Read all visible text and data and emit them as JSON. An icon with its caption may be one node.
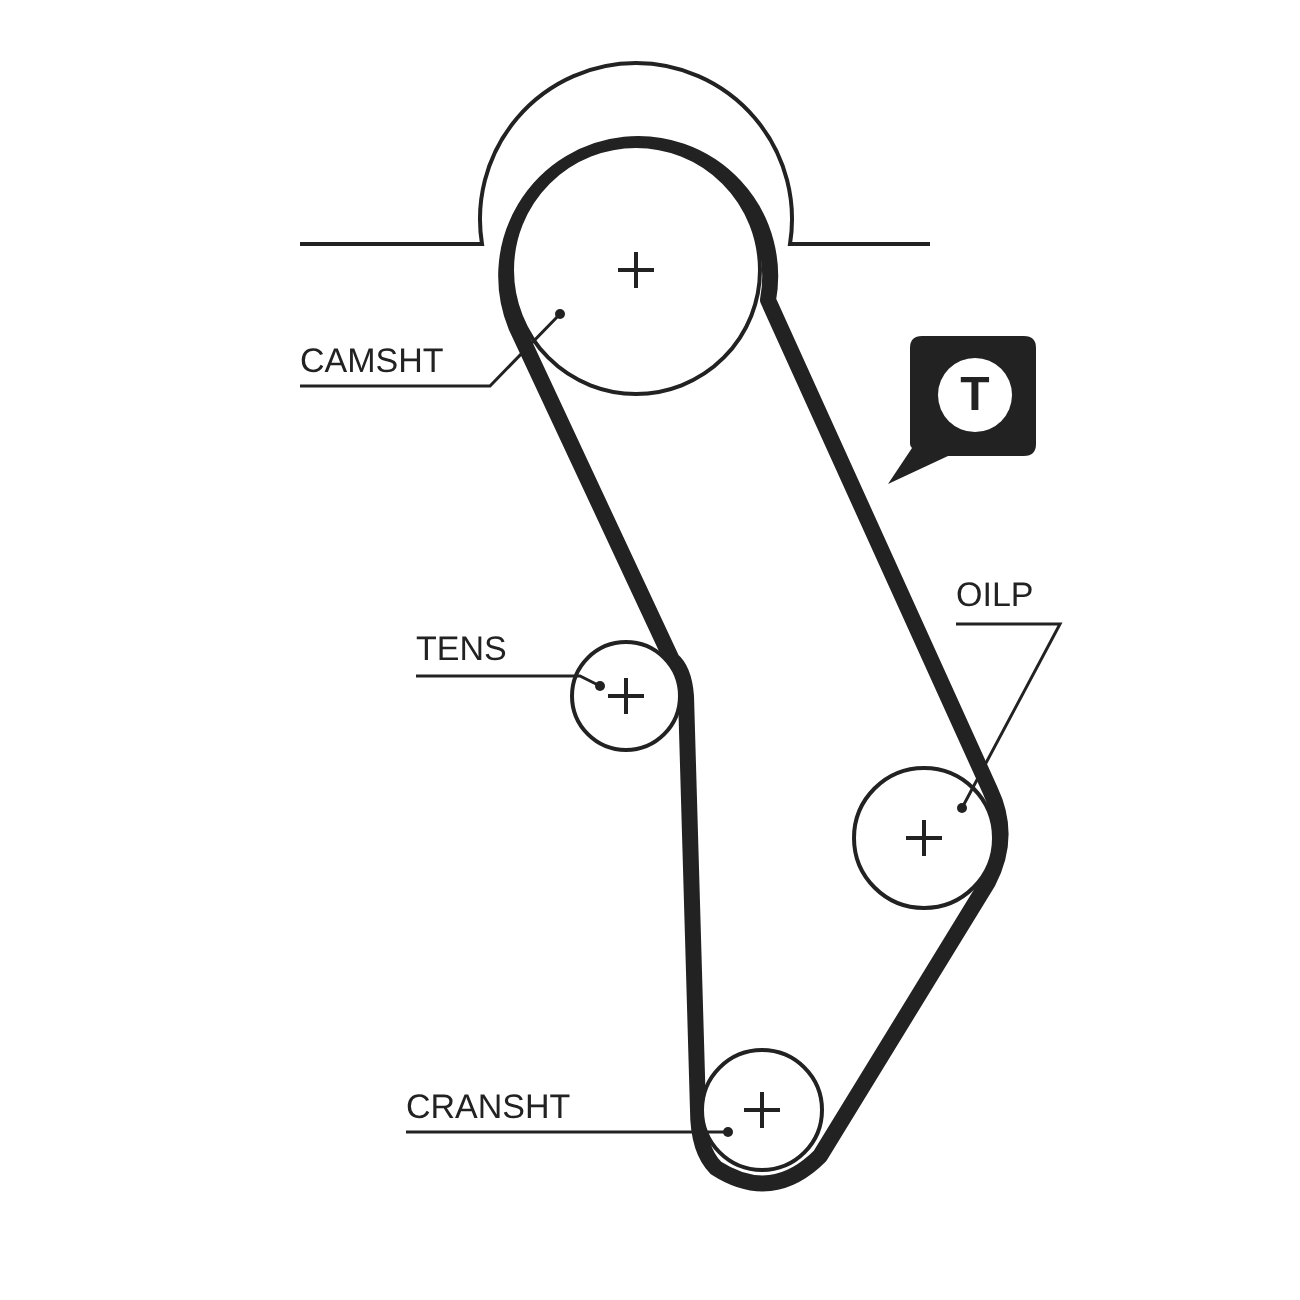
{
  "diagram": {
    "nodes": [
      {
        "text": [
          "CAMSHT"
        ]
      },
      {
        "text": [],
        "shape": "circle"
      },
      {
        "text": [
          "TENS"
        ]
      },
      {
        "text": [],
        "shape": "circle"
      },
      {
        "text": [
          "OILP"
        ]
      },
      {
        "text": [],
        "shape": "circle"
      },
      {
        "text": [
          "CRANSHT"
        ]
      },
      {
        "text": [],
        "shape": "circle"
      },
      {
        "text": [
          "T"
        ]
      }
    ],
    "edges": [
      {
        "from": 0,
        "to": 1,
        "arrow": "other"
      },
      {
        "from": 2,
        "to": 3,
        "arrow": "other"
      },
      {
        "from": 4,
        "to": 5,
        "arrow": "other"
      },
      {
        "from": 6,
        "to": 7,
        "arrow": "other"
      }
    ]
  }
}
